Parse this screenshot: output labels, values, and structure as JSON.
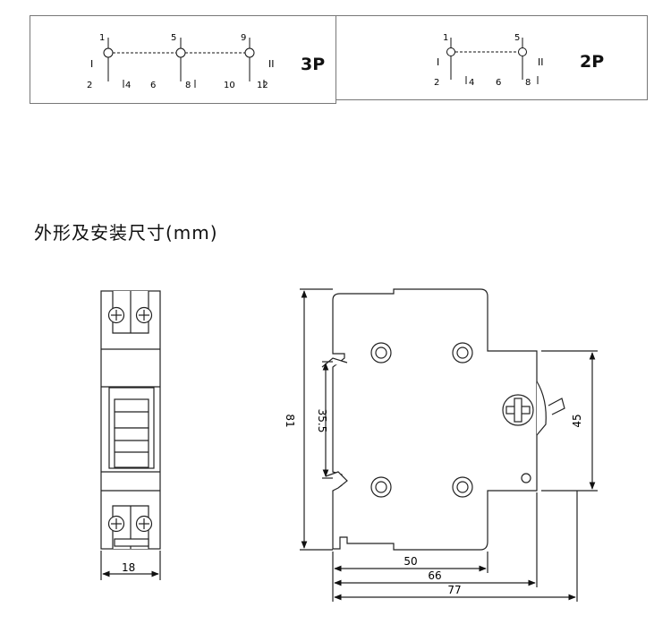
{
  "schematic_3p": {
    "label": "3P",
    "left_symbol": "I",
    "right_symbol": "II",
    "top_terminals": [
      "1",
      "5",
      "9"
    ],
    "bottom_terminals": [
      "2",
      "4",
      "6",
      "8",
      "10",
      "12"
    ]
  },
  "schematic_2p": {
    "label": "2P",
    "left_symbol": "I",
    "right_symbol": "II",
    "top_terminals": [
      "1",
      "5"
    ],
    "bottom_terminals": [
      "2",
      "4",
      "6",
      "8"
    ]
  },
  "section_title": "外形及安装尺寸(mm)",
  "dimensions": {
    "front_width": "18",
    "side_height": "81",
    "rail_height": "35.5",
    "right_height": "45",
    "depth_1": "50",
    "depth_2": "66",
    "depth_3": "77"
  }
}
